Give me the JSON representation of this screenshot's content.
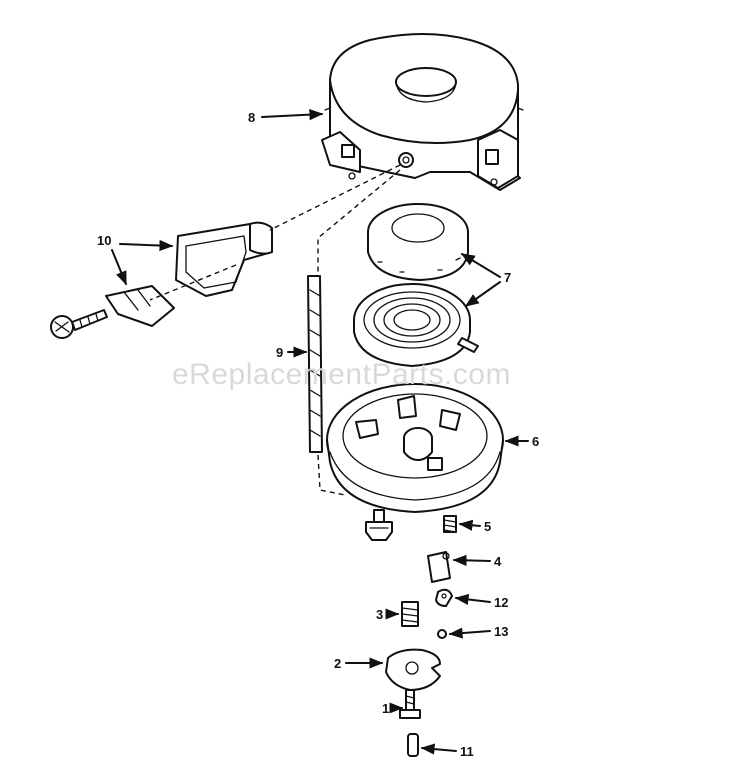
{
  "watermark": "eReplacementParts.com",
  "callouts": [
    {
      "id": "8",
      "label": "8"
    },
    {
      "id": "10",
      "label": "10"
    },
    {
      "id": "7",
      "label": "7"
    },
    {
      "id": "9",
      "label": "9"
    },
    {
      "id": "6",
      "label": "6"
    },
    {
      "id": "5",
      "label": "5"
    },
    {
      "id": "4",
      "label": "4"
    },
    {
      "id": "12",
      "label": "12"
    },
    {
      "id": "3",
      "label": "3"
    },
    {
      "id": "13",
      "label": "13"
    },
    {
      "id": "2",
      "label": "2"
    },
    {
      "id": "1",
      "label": "1"
    },
    {
      "id": "11",
      "label": "11"
    }
  ],
  "colors": {
    "ink": "#111111",
    "watermark": "#d9d9d9",
    "background": "#ffffff"
  }
}
